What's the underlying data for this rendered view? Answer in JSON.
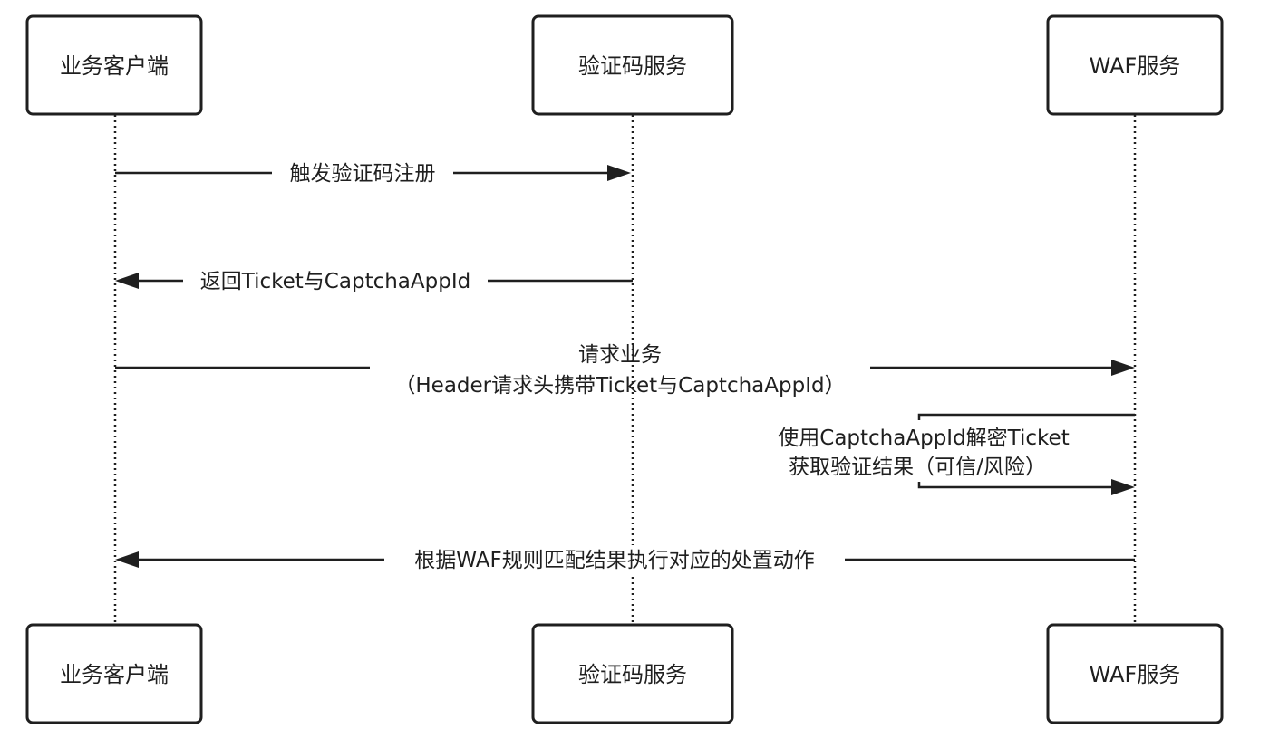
{
  "participants": {
    "client": "业务客户端",
    "captcha": "验证码服务",
    "waf": "WAF服务"
  },
  "messages": {
    "m1": "触发验证码注册",
    "m2": "返回Ticket与CaptchaAppId",
    "m3_line1": "请求业务",
    "m3_line2": "（Header请求头携带Ticket与CaptchaAppId）",
    "m4_line1": "使用CaptchaAppId解密Ticket",
    "m4_line2": "获取验证结果（可信/风险）",
    "m5": "根据WAF规则匹配结果执行对应的处置动作"
  },
  "colors": {
    "stroke": "#1f1f1f",
    "background": "#ffffff"
  }
}
